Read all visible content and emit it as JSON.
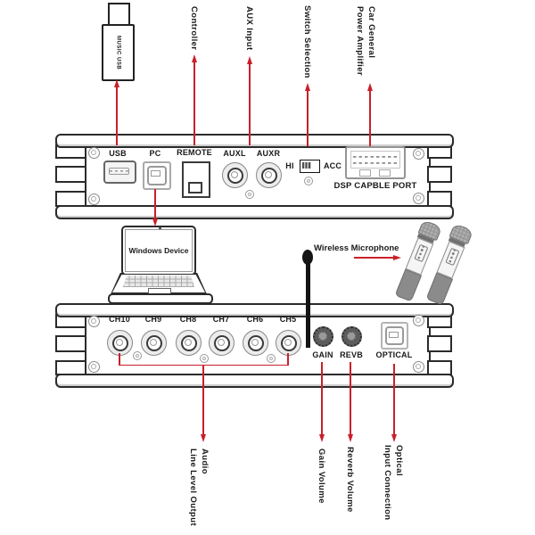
{
  "colors": {
    "arrow_red": "#c8202a",
    "ink": "#1a1a1a"
  },
  "top_callouts": {
    "music_usb": "MUSIC USB",
    "controller": "Controller",
    "aux_input": "AUX Input",
    "switch_selection": "Switch Selection",
    "power_amplifier": "Car General\nPower Amplifier"
  },
  "top_panel": {
    "usb_label": "USB",
    "pc_label": "PC",
    "remote_label": "REMOTE",
    "auxl_label": "AUXL",
    "auxr_label": "AUXR",
    "hi_label": "HI",
    "acc_label": "ACC",
    "dsp_label": "DSP CAPBLE PORT"
  },
  "middle": {
    "windows_device": "Windows Device",
    "wireless_microphone": "Wireless Microphone"
  },
  "bottom_panel": {
    "channels": [
      "CH10",
      "CH9",
      "CH8",
      "CH7",
      "CH6",
      "CH5"
    ],
    "gain_label": "GAIN",
    "revb_label": "REVB",
    "optical_label": "OPTICAL"
  },
  "bottom_callouts": {
    "audio_output": "Audio\nLine Level Output",
    "gain_volume": "Gain Volume",
    "reverb_volume": "Reverb Volume",
    "optical_input": "Optical\nInput Connection"
  }
}
